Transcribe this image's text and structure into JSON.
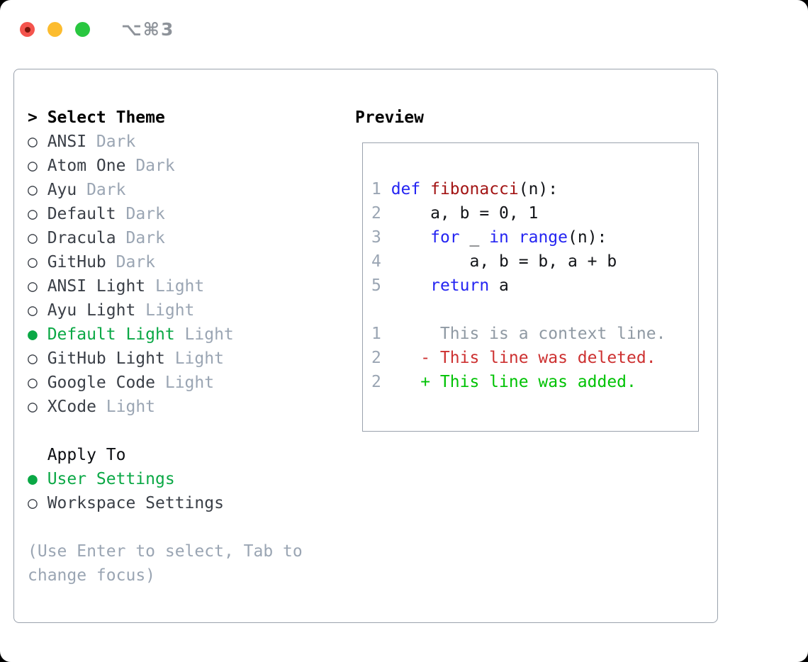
{
  "window": {
    "title": "⌥⌘3"
  },
  "theme_section": {
    "cursor": ">",
    "header": "Select Theme",
    "selected_marker": "●",
    "unselected_marker": "○",
    "items": [
      {
        "name": "ANSI",
        "variant": "Dark",
        "selected": false
      },
      {
        "name": "Atom One",
        "variant": "Dark",
        "selected": false
      },
      {
        "name": "Ayu",
        "variant": "Dark",
        "selected": false
      },
      {
        "name": "Default",
        "variant": "Dark",
        "selected": false
      },
      {
        "name": "Dracula",
        "variant": "Dark",
        "selected": false
      },
      {
        "name": "GitHub",
        "variant": "Dark",
        "selected": false
      },
      {
        "name": "ANSI Light",
        "variant": "Light",
        "selected": false
      },
      {
        "name": "Ayu Light",
        "variant": "Light",
        "selected": false
      },
      {
        "name": "Default Light",
        "variant": "Light",
        "selected": true
      },
      {
        "name": "GitHub Light",
        "variant": "Light",
        "selected": false
      },
      {
        "name": "Google Code",
        "variant": "Light",
        "selected": false
      },
      {
        "name": "XCode",
        "variant": "Light",
        "selected": false
      }
    ]
  },
  "apply_section": {
    "header": "Apply To",
    "options": [
      {
        "label": "User Settings",
        "selected": true
      },
      {
        "label": "Workspace Settings",
        "selected": false
      }
    ]
  },
  "help": "(Use Enter to select, Tab to change focus)",
  "preview": {
    "header": "Preview",
    "lines": [
      {
        "num": "1",
        "segs": [
          {
            "t": " ",
            "c": "pl"
          },
          {
            "t": "def",
            "c": "kw"
          },
          {
            "t": " ",
            "c": "pl"
          },
          {
            "t": "fibonacci",
            "c": "fn"
          },
          {
            "t": "(n):",
            "c": "pl"
          }
        ]
      },
      {
        "num": "2",
        "segs": [
          {
            "t": "     a, b = 0, 1",
            "c": "pl"
          }
        ]
      },
      {
        "num": "3",
        "segs": [
          {
            "t": "     ",
            "c": "pl"
          },
          {
            "t": "for",
            "c": "kw"
          },
          {
            "t": " _ ",
            "c": "pl"
          },
          {
            "t": "in",
            "c": "kw"
          },
          {
            "t": " ",
            "c": "pl"
          },
          {
            "t": "range",
            "c": "kw"
          },
          {
            "t": "(n):",
            "c": "pl"
          }
        ]
      },
      {
        "num": "4",
        "segs": [
          {
            "t": "         a, b = b, a + b",
            "c": "pl"
          }
        ]
      },
      {
        "num": "5",
        "segs": [
          {
            "t": "     ",
            "c": "pl"
          },
          {
            "t": "return",
            "c": "kw"
          },
          {
            "t": " a",
            "c": "pl"
          }
        ]
      },
      {
        "num": "",
        "segs": []
      },
      {
        "num": "1",
        "segs": [
          {
            "t": "      This is a context line.",
            "c": "ctx"
          }
        ]
      },
      {
        "num": "2",
        "segs": [
          {
            "t": "    ",
            "c": "pl"
          },
          {
            "t": "- This line was deleted.",
            "c": "del"
          }
        ]
      },
      {
        "num": "2",
        "segs": [
          {
            "t": "    ",
            "c": "pl"
          },
          {
            "t": "+ This line was added.",
            "c": "add"
          }
        ]
      }
    ]
  },
  "colors": {
    "accent_green": "#0aa845",
    "diff_added_green": "#00c204",
    "diff_deleted_red": "#cd3131",
    "keyword_blue": "#2424f2",
    "function_red": "#a31515",
    "muted_gray": "#9aa5b3",
    "border_gray": "#9aa2ad",
    "traffic_red": "#f4544d",
    "traffic_yellow": "#fcbc2f",
    "traffic_green": "#29c740"
  }
}
